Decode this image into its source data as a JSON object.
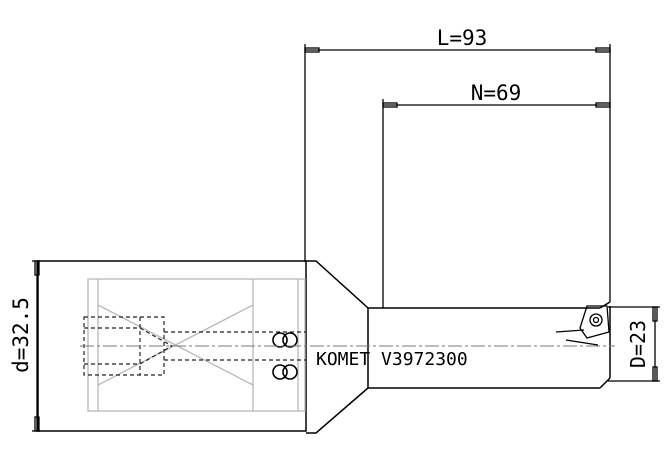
{
  "dimensions": {
    "L": "L=93",
    "N": "N=69",
    "d": "d=32.5",
    "D": "D=23"
  },
  "marking": "KOMET V3972300"
}
